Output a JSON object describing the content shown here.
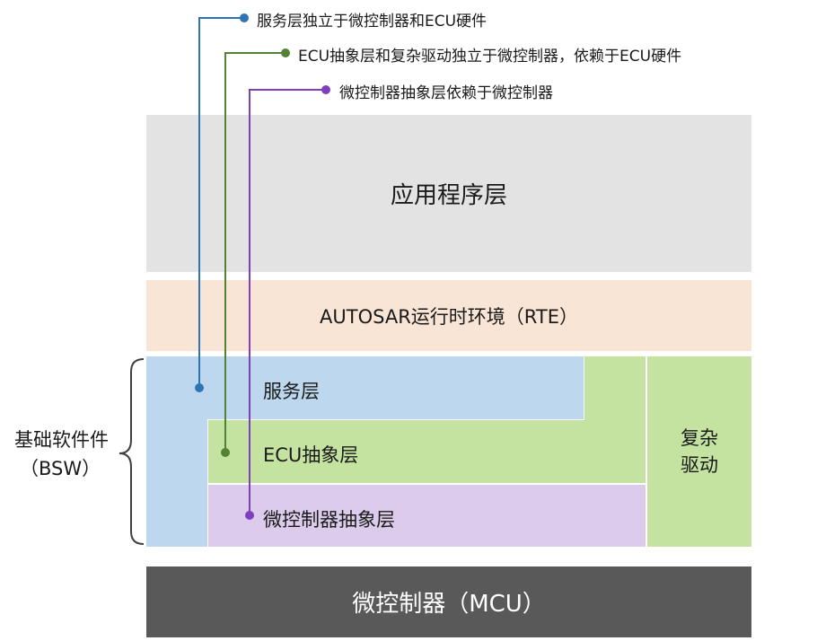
{
  "legend": {
    "service_note": "服务层独立于微控制器和ECU硬件",
    "ecu_note": "ECU抽象层和复杂驱动独立于微控制器，依赖于ECU硬件",
    "mcal_note": "微控制器抽象层依赖于微控制器"
  },
  "layers": {
    "application": "应用程序层",
    "rte": "AUTOSAR运行时环境（RTE）",
    "service": "服务层",
    "ecu_abstraction": "ECU抽象层",
    "mcal": "微控制器抽象层",
    "complex_driver_line1": "复杂",
    "complex_driver_line2": "驱动",
    "mcu": "微控制器（MCU）"
  },
  "bsw": {
    "line1": "基础软件件",
    "line2": "（BSW）"
  },
  "colors": {
    "application": "#e3e3e3",
    "rte": "#f8e5d6",
    "service": "#bdd7ee",
    "ecu": "#c5e3a0",
    "mcal": "#dccbeb",
    "mcu": "#595959",
    "blue_line": "#2e75b6",
    "green_line": "#548235",
    "purple_line": "#7f3fbf"
  }
}
